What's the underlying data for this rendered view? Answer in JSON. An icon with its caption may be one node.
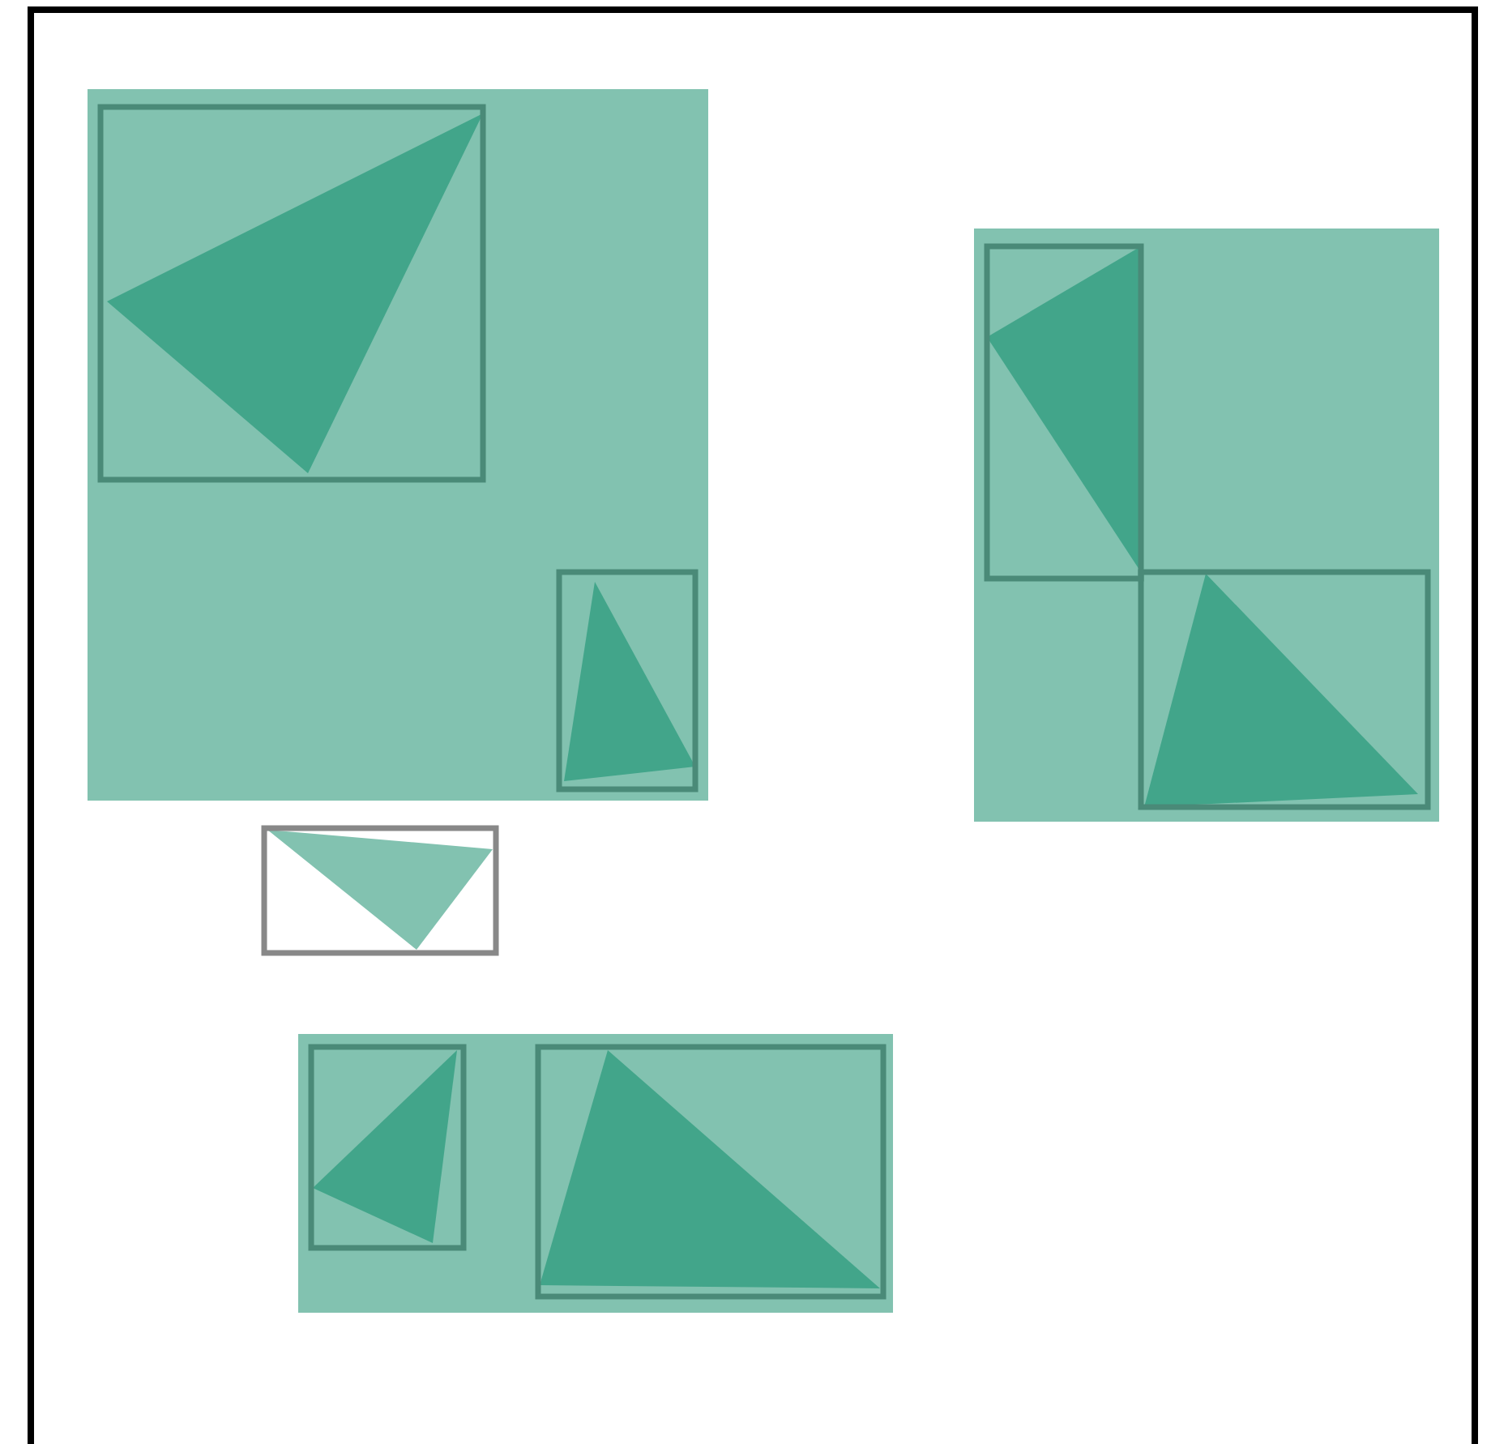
{
  "diagram": {
    "nodes": [
      {
        "text": [],
        "shape": "box"
      },
      {
        "text": [],
        "shape": "box",
        "in": 0
      },
      {
        "text": [],
        "shape": "box",
        "in": 0
      },
      {
        "text": [],
        "shape": "box"
      },
      {
        "text": [],
        "shape": "box"
      },
      {
        "text": [],
        "shape": "box",
        "in": 4
      },
      {
        "text": [],
        "shape": "box",
        "in": 4
      },
      {
        "text": [],
        "shape": "box"
      },
      {
        "text": [],
        "shape": "box",
        "in": 7
      },
      {
        "text": [],
        "shape": "box",
        "in": 7
      }
    ]
  }
}
